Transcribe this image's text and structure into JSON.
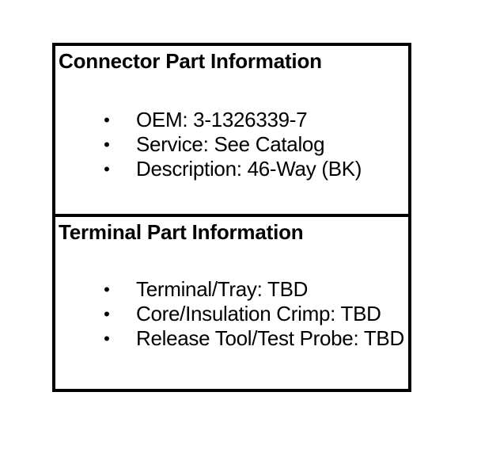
{
  "document": {
    "background_color": "#ffffff",
    "text_color": "#000000",
    "border_color": "#000000"
  },
  "info_box": {
    "sections": [
      {
        "id": "connector-part-information",
        "title": "Connector Part Information",
        "bullet_marker": "•",
        "items": [
          {
            "label": "OEM",
            "value": "3-1326339-7",
            "text": "OEM: 3-1326339-7"
          },
          {
            "label": "Service",
            "value": "See Catalog",
            "text": "Service: See Catalog"
          },
          {
            "label": "Description",
            "value": "46-Way (BK)",
            "text": "Description: 46-Way (BK)"
          }
        ]
      },
      {
        "id": "terminal-part-information",
        "title": "Terminal Part Information",
        "bullet_marker": "•",
        "items": [
          {
            "label": "Terminal/Tray",
            "value": "TBD",
            "text": "Terminal/Tray: TBD"
          },
          {
            "label": "Core/Insulation Crimp",
            "value": "TBD",
            "text": "Core/Insulation Crimp: TBD"
          },
          {
            "label": "Release Tool/Test Probe",
            "value": "TBD",
            "text": "Release Tool/Test Probe: TBD"
          }
        ]
      }
    ]
  }
}
